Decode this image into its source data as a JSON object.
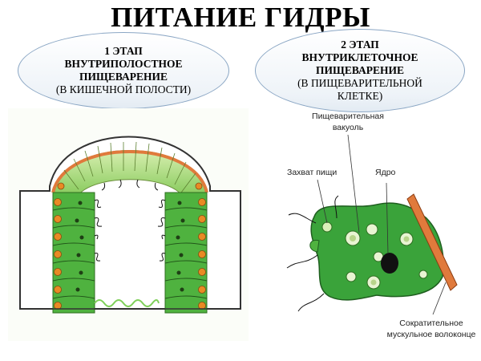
{
  "title": "ПИТАНИЕ ГИДРЫ",
  "stage1": {
    "line1": "1 ЭТАП",
    "line2": "ВНУТРИПОЛОСТНОЕ",
    "line3": "ПИЩЕВАРЕНИЕ",
    "line4": "(В КИШЕЧНОЙ ПОЛОСТИ)"
  },
  "stage2": {
    "line1": "2 ЭТАП",
    "line2": "ВНУТРИКЛЕТОЧНОЕ",
    "line3": "ПИЩЕВАРЕНИЕ",
    "line4": "(В ПИЩЕВАРИТЕЛЬНОЙ",
    "line5": "КЛЕТКЕ)"
  },
  "labels": {
    "vacuole_1": "Пищеварительная",
    "vacuole_2": "вакуоль",
    "capture": "Захват пищи",
    "nucleus": "Ядро",
    "fiber_1": "Сократительное",
    "fiber_2": "мускульное волоконце"
  },
  "colors": {
    "cell_green": "#4fb23f",
    "cell_light_green": "#a9dc6a",
    "nucleus_orange": "#e98a24",
    "muscle_orange": "#e07a3c",
    "oval_border": "#8aa6c4"
  }
}
